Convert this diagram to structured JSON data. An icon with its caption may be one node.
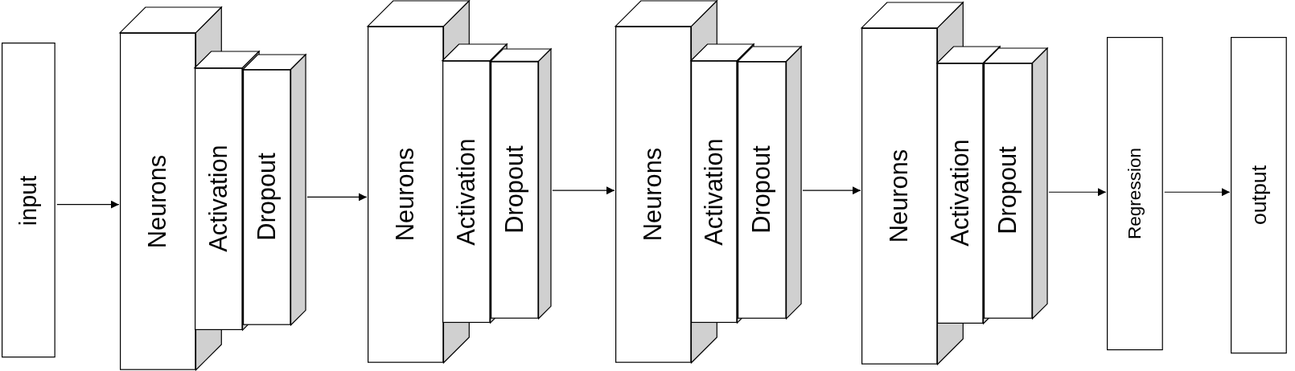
{
  "diagram": {
    "nodes": [
      {
        "text": [
          "input"
        ]
      },
      {
        "text": [
          "Neurons"
        ]
      },
      {
        "text": [
          "Activation"
        ]
      },
      {
        "text": [
          "Dropout"
        ]
      },
      {
        "text": [
          "Neurons"
        ]
      },
      {
        "text": [
          "Activation"
        ]
      },
      {
        "text": [
          "Dropout"
        ]
      },
      {
        "text": [
          "Neurons"
        ]
      },
      {
        "text": [
          "Activation"
        ]
      },
      {
        "text": [
          "Dropout"
        ]
      },
      {
        "text": [
          "Neurons"
        ]
      },
      {
        "text": [
          "Activation"
        ]
      },
      {
        "text": [
          "Dropout"
        ]
      },
      {
        "text": [
          "Regression"
        ]
      },
      {
        "text": [
          "output"
        ]
      }
    ],
    "edges": [
      {
        "from": 0,
        "to": 1,
        "arrow": "to"
      },
      {
        "from": 3,
        "to": 4,
        "arrow": "to"
      },
      {
        "from": 6,
        "to": 7,
        "arrow": "to"
      },
      {
        "from": 9,
        "to": 10,
        "arrow": "to"
      },
      {
        "from": 12,
        "to": 13,
        "arrow": "to"
      },
      {
        "from": 13,
        "to": 14,
        "arrow": "to"
      }
    ]
  }
}
